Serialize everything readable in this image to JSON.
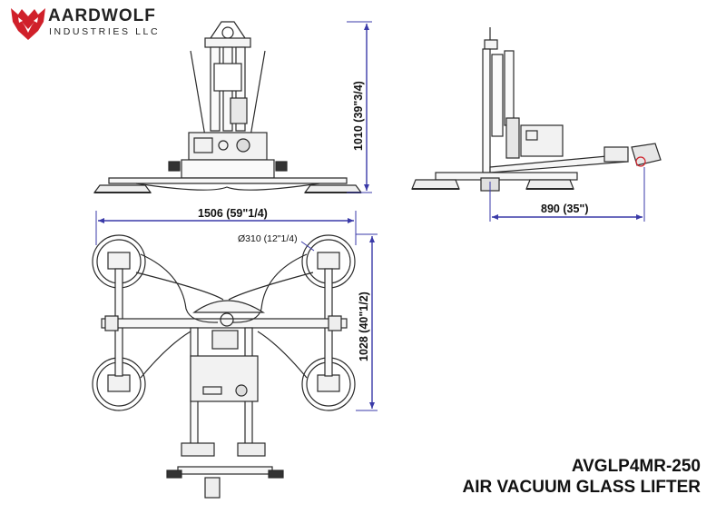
{
  "brand": {
    "name": "AARDWOLF",
    "subtitle": "INDUSTRIES LLC",
    "logo_color": "#d0202a"
  },
  "product": {
    "model": "AVGLP4MR-250",
    "name": "AIR VACUUM GLASS LIFTER"
  },
  "dimensions": {
    "height": "1010 (39\"3/4)",
    "depth": "890 (35\")",
    "width": "1506 (59\"1/4)",
    "pad_diameter": "Ø310 (12\"1/4)",
    "length": "1028 (40\"1/2)"
  },
  "colors": {
    "dimension_line": "#3a3aa8",
    "drawing_line": "#2a2a2a",
    "accent_red": "#d0202a"
  }
}
